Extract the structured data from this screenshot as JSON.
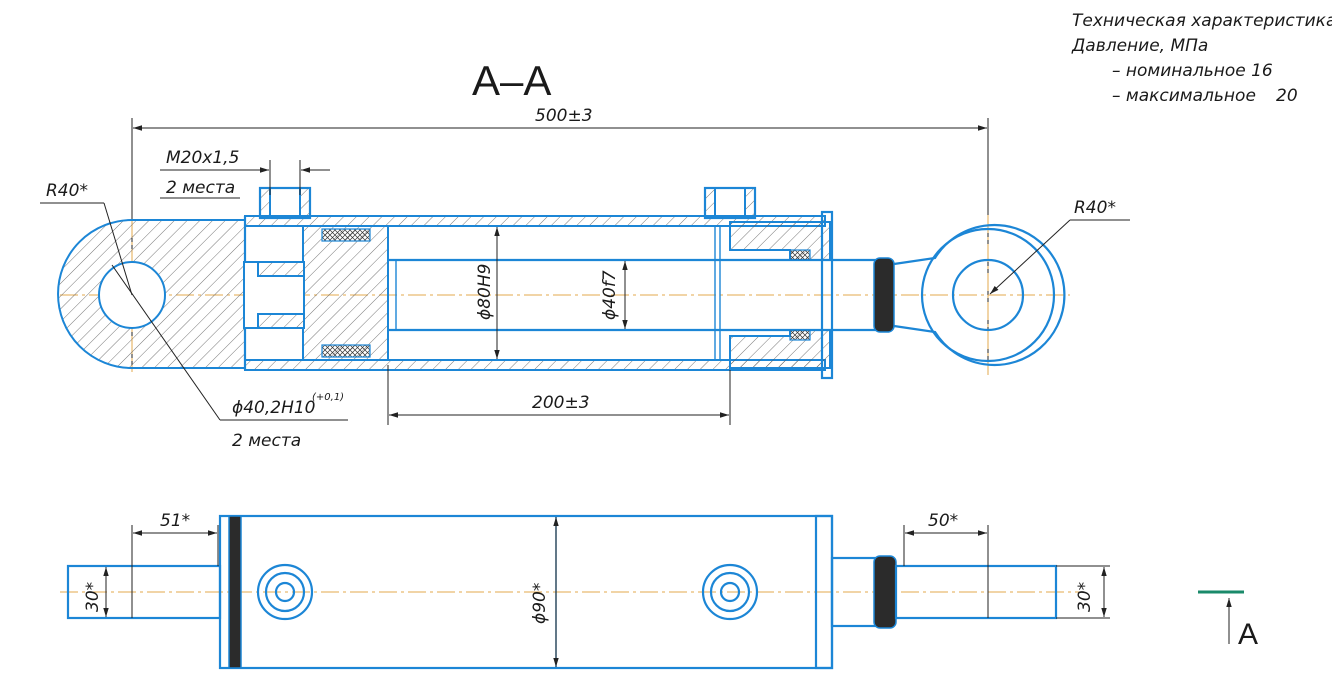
{
  "section_title": "А–А",
  "view_marker": {
    "label": "А",
    "color": "#1a8a6a"
  },
  "spec": {
    "heading": "Техническая характеристика",
    "pressure_label": "Давление, МПа",
    "nominal": "– номинальное 16",
    "max_label": "– максимальное",
    "max_value": "20"
  },
  "dims": {
    "overall_length": "500±3",
    "port_thread": "M20x1,5",
    "port_count": "2 места",
    "radius_left": "R40*",
    "radius_right": "R40*",
    "bore": "ϕ80H9",
    "rod": "ϕ40f7",
    "pin_hole": "ϕ40,2H10",
    "pin_tol": "(+0,1)",
    "pin_count": "2 места",
    "stroke": "200±3",
    "left_stub_len": "51*",
    "right_stub_len": "50*",
    "left_stub_width": "30*",
    "right_stub_width": "30*",
    "body_diameter": "ϕ90*"
  },
  "colors": {
    "part_line": "#1c86d6",
    "center_line": "#e3a84c",
    "dim_line": "#222222"
  }
}
